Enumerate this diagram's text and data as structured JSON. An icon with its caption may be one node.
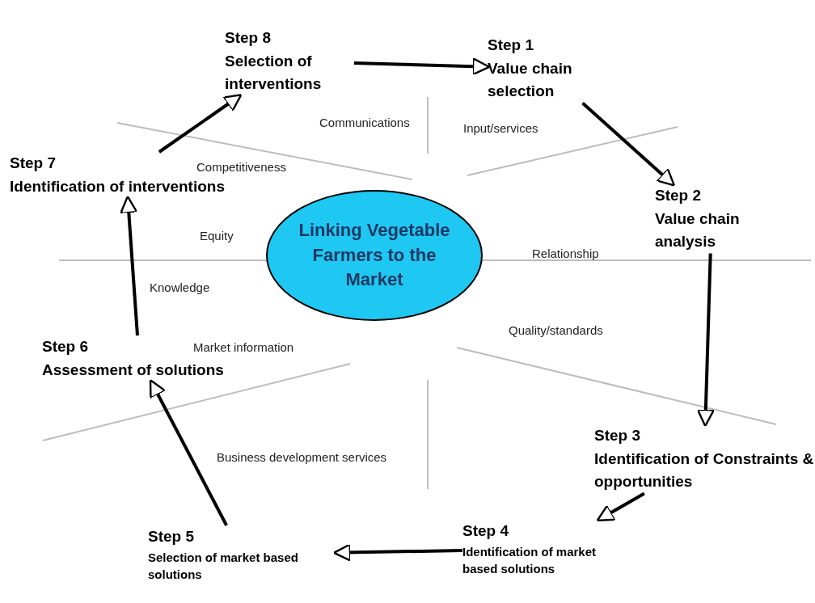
{
  "diagram": {
    "nodes": [
      {
        "text": [
          "Linking Vegetable Farmers to the Market"
        ]
      },
      {
        "text": [
          "Step 1",
          "Value chain selection"
        ]
      },
      {
        "text": [
          "Step 2",
          "Value chain analysis"
        ]
      },
      {
        "text": [
          "Step 3",
          "Identification of Constraints & opportunities"
        ]
      },
      {
        "text": [
          "Step 4",
          "Identification of market based solutions"
        ]
      },
      {
        "text": [
          "Step 5",
          "Selection of market based solutions"
        ]
      },
      {
        "text": [
          "Step 6",
          "Assessment of solutions"
        ]
      },
      {
        "text": [
          "Step 7",
          "Identification of interventions"
        ]
      },
      {
        "text": [
          "Step 8",
          "Selection of interventions"
        ]
      }
    ],
    "edges": [
      {
        "from": 8,
        "to": 1,
        "arrow": "to"
      },
      {
        "from": 1,
        "to": 2,
        "arrow": "to"
      },
      {
        "from": 2,
        "to": 3,
        "arrow": "to"
      },
      {
        "from": 3,
        "to": 4,
        "arrow": "to"
      },
      {
        "from": 4,
        "to": 5,
        "arrow": "to"
      },
      {
        "from": 5,
        "to": 6,
        "arrow": "to"
      },
      {
        "from": 6,
        "to": 7,
        "arrow": "to"
      },
      {
        "from": 7,
        "to": 8,
        "arrow": "to"
      }
    ],
    "labels": [
      "Communications",
      "Input/services",
      "Competitiveness",
      "Equity",
      "Relationship",
      "Knowledge",
      "Quality/standards",
      "Market information",
      "Business development services"
    ]
  }
}
